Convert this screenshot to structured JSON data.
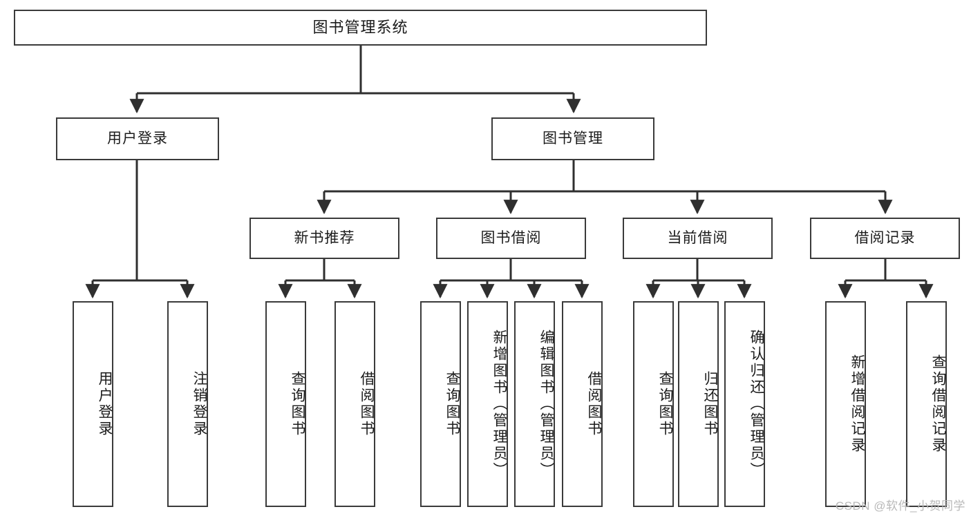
{
  "diagram": {
    "type": "tree",
    "title": "图书管理系统",
    "orientation": "top-down",
    "colors": {
      "box_border": "#3a3a3a",
      "box_fill": "#ffffff",
      "connector": "#2f2f2f",
      "text": "#1b1b1b",
      "watermark": "#b9b9b9",
      "background": "#ffffff"
    },
    "watermark": "CSDN @软件_小贺同学",
    "nodes": {
      "root": {
        "label": "图书管理系统"
      },
      "level2": [
        {
          "id": "user-login",
          "label": "用户登录"
        },
        {
          "id": "book-manage",
          "label": "图书管理"
        }
      ],
      "level3": [
        {
          "id": "new-book-rec",
          "label": "新书推荐"
        },
        {
          "id": "book-borrow",
          "label": "图书借阅"
        },
        {
          "id": "current-borrow",
          "label": "当前借阅"
        },
        {
          "id": "borrow-record",
          "label": "借阅记录"
        }
      ],
      "leaves": {
        "user_login": [
          {
            "id": "leaf-user-login",
            "label": "用户登录"
          },
          {
            "id": "leaf-logout-login",
            "label": "注销登录"
          }
        ],
        "new_book_rec": [
          {
            "id": "leaf-query-book-1",
            "label": "查询图书"
          },
          {
            "id": "leaf-borrow-book-1",
            "label": "借阅图书"
          }
        ],
        "book_borrow": [
          {
            "id": "leaf-query-book-2",
            "label": "查询图书"
          },
          {
            "id": "leaf-add-book",
            "label": "新增图书（管理员）"
          },
          {
            "id": "leaf-edit-book",
            "label": "编辑图书（管理员）"
          },
          {
            "id": "leaf-borrow-book-2",
            "label": "借阅图书"
          }
        ],
        "current_borrow": [
          {
            "id": "leaf-query-book-3",
            "label": "查询图书"
          },
          {
            "id": "leaf-return-book",
            "label": "归还图书"
          },
          {
            "id": "leaf-confirm-return",
            "label": "确认归还（管理员）"
          }
        ],
        "borrow_record": [
          {
            "id": "leaf-add-record",
            "label": "新增借阅记录"
          },
          {
            "id": "leaf-query-record",
            "label": "查询借阅记录"
          }
        ]
      }
    },
    "edges": [
      {
        "from": "图书管理系统",
        "to": "用户登录"
      },
      {
        "from": "图书管理系统",
        "to": "图书管理"
      },
      {
        "from": "用户登录",
        "to": "用户登录"
      },
      {
        "from": "用户登录",
        "to": "注销登录"
      },
      {
        "from": "图书管理",
        "to": "新书推荐"
      },
      {
        "from": "图书管理",
        "to": "图书借阅"
      },
      {
        "from": "图书管理",
        "to": "当前借阅"
      },
      {
        "from": "图书管理",
        "to": "借阅记录"
      },
      {
        "from": "新书推荐",
        "to": "查询图书"
      },
      {
        "from": "新书推荐",
        "to": "借阅图书"
      },
      {
        "from": "图书借阅",
        "to": "查询图书"
      },
      {
        "from": "图书借阅",
        "to": "新增图书（管理员）"
      },
      {
        "from": "图书借阅",
        "to": "编辑图书（管理员）"
      },
      {
        "from": "图书借阅",
        "to": "借阅图书"
      },
      {
        "from": "当前借阅",
        "to": "查询图书"
      },
      {
        "from": "当前借阅",
        "to": "归还图书"
      },
      {
        "from": "当前借阅",
        "to": "确认归还（管理员）"
      },
      {
        "from": "借阅记录",
        "to": "新增借阅记录"
      },
      {
        "from": "借阅记录",
        "to": "查询借阅记录"
      }
    ]
  }
}
